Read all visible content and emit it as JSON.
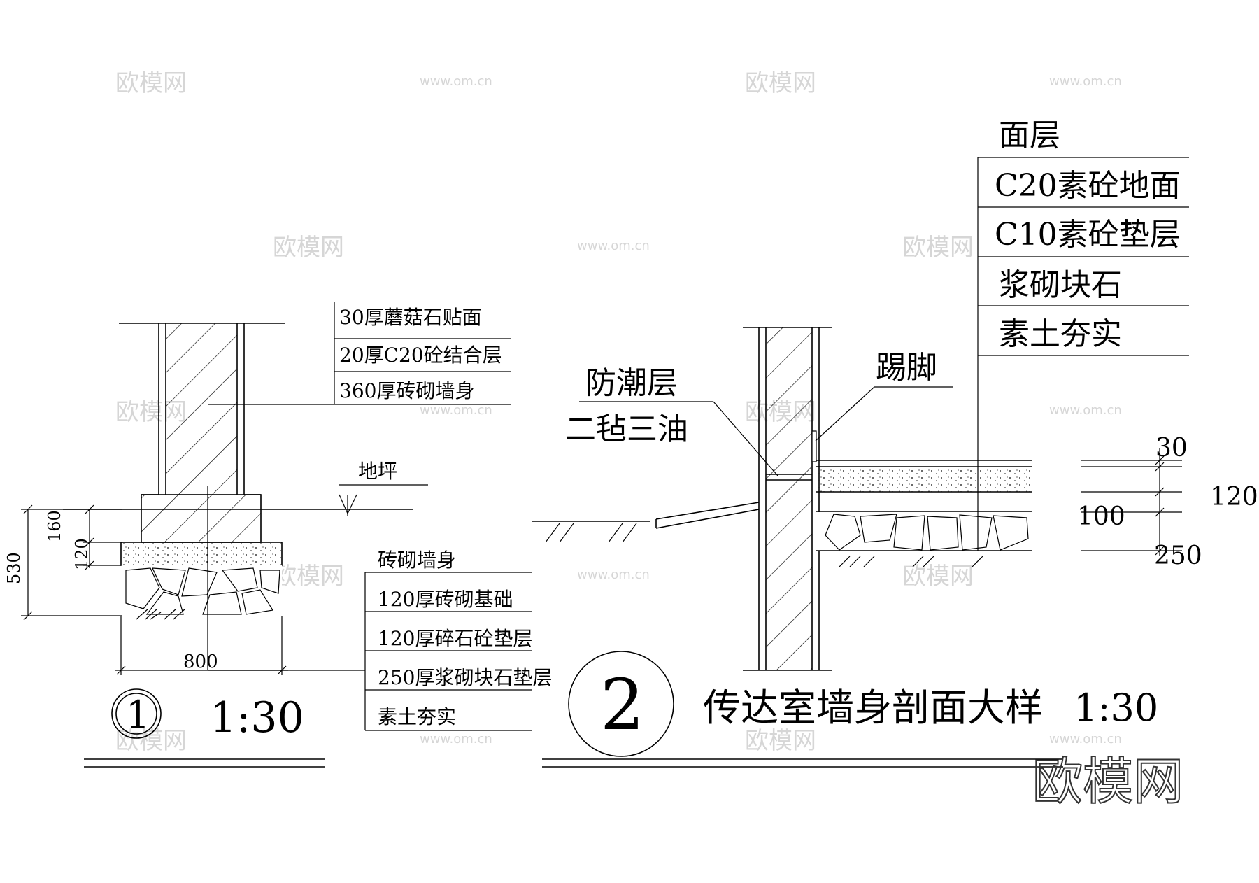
{
  "detail1": {
    "labels": [
      "30厚蘑菇石贴面",
      "20厚C20砼结合层",
      "360厚砖砌墙身"
    ],
    "ground_label": "地坪",
    "foundation_labels": [
      "砖砌墙身",
      "120厚砖砌基础",
      "120厚碎石砼垫层",
      "250厚浆砌块石垫层",
      "素土夯实"
    ],
    "dims": {
      "total": "530",
      "d160": "160",
      "d120": "120",
      "width": "800"
    },
    "number": "1",
    "scale": "1:30"
  },
  "detail2": {
    "moisture_label_1": "防潮层",
    "moisture_label_2": "二毡三油",
    "skirting_label": "踢脚",
    "floor_labels": [
      "面层",
      "C20素砼地面",
      "C10素砼垫层",
      "浆砌块石",
      "素土夯实"
    ],
    "dims": {
      "d30": "30",
      "d100": "100",
      "d120": "120",
      "d250": "250"
    },
    "number": "2",
    "title": "传达室墙身剖面大样",
    "scale": "1:30"
  },
  "watermarks": {
    "logo": "欧模网",
    "url": "www.om.cn"
  }
}
